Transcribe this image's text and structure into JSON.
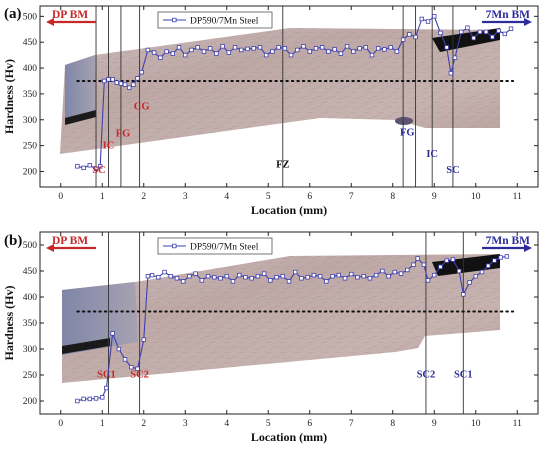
{
  "chart_data": [
    {
      "type": "line",
      "panel_label": "(a)",
      "title": "",
      "xlabel": "Location (mm)",
      "ylabel": "Hardness (Hv)",
      "xlim": [
        -0.5,
        11.5
      ],
      "ylim": [
        170,
        520
      ],
      "x_ticks": [
        "0",
        "1",
        "2",
        "3",
        "4",
        "5",
        "6",
        "7",
        "8",
        "9",
        "10",
        "11"
      ],
      "y_ticks": [
        "200",
        "250",
        "300",
        "350",
        "400",
        "450",
        "500"
      ],
      "grid": false,
      "legend_position": "top-left",
      "legend": [
        "DP590/7Mn Steel"
      ],
      "left_label": "DP BM",
      "right_label": "7Mn BM",
      "reference_line": 375,
      "zone_boundaries": [
        0.85,
        1.15,
        1.45,
        1.9,
        5.35,
        8.25,
        8.55,
        8.95,
        9.45
      ],
      "zone_labels": [
        {
          "text": "SC",
          "x": 0.92,
          "y": 197,
          "color": "#c62828"
        },
        {
          "text": "IC",
          "x": 1.15,
          "y": 244,
          "color": "#c62828"
        },
        {
          "text": "FG",
          "x": 1.5,
          "y": 268,
          "color": "#c62828"
        },
        {
          "text": "CG",
          "x": 1.95,
          "y": 320,
          "color": "#c62828"
        },
        {
          "text": "FZ",
          "x": 5.35,
          "y": 208,
          "color": "#111111"
        },
        {
          "text": "FG",
          "x": 8.35,
          "y": 270,
          "color": "#2c2c9c"
        },
        {
          "text": "IC",
          "x": 8.95,
          "y": 228,
          "color": "#2c2c9c"
        },
        {
          "text": "SC",
          "x": 9.45,
          "y": 197,
          "color": "#2c2c9c"
        }
      ],
      "series": [
        {
          "name": "DP590/7Mn Steel",
          "color": "#4040b0",
          "x": [
            0.4,
            0.55,
            0.7,
            0.85,
            0.95,
            1.05,
            1.15,
            1.25,
            1.35,
            1.45,
            1.55,
            1.65,
            1.75,
            1.85,
            1.95,
            2.1,
            2.25,
            2.4,
            2.55,
            2.7,
            2.85,
            3.0,
            3.15,
            3.3,
            3.45,
            3.6,
            3.75,
            3.9,
            4.05,
            4.2,
            4.35,
            4.5,
            4.65,
            4.8,
            4.95,
            5.1,
            5.25,
            5.4,
            5.55,
            5.7,
            5.85,
            6.0,
            6.15,
            6.3,
            6.45,
            6.6,
            6.75,
            6.9,
            7.05,
            7.2,
            7.35,
            7.5,
            7.65,
            7.8,
            7.95,
            8.1,
            8.25,
            8.4,
            8.55,
            8.7,
            8.85,
            9.0,
            9.15,
            9.3,
            9.4,
            9.5,
            9.65,
            9.8,
            9.95,
            10.1,
            10.25,
            10.4,
            10.55,
            10.7,
            10.85
          ],
          "y": [
            210,
            207,
            212,
            205,
            210,
            375,
            378,
            378,
            372,
            370,
            368,
            362,
            368,
            380,
            392,
            435,
            430,
            420,
            432,
            428,
            440,
            425,
            435,
            440,
            432,
            438,
            428,
            442,
            430,
            440,
            435,
            437,
            438,
            440,
            425,
            432,
            440,
            438,
            425,
            435,
            442,
            432,
            438,
            440,
            432,
            436,
            428,
            442,
            432,
            438,
            440,
            425,
            438,
            436,
            440,
            432,
            455,
            465,
            460,
            495,
            490,
            500,
            468,
            440,
            390,
            420,
            470,
            478,
            458,
            470,
            470,
            460,
            472,
            466,
            476
          ]
        }
      ]
    },
    {
      "type": "line",
      "panel_label": "(b)",
      "title": "",
      "xlabel": "Location (mm)",
      "ylabel": "Hardness (Hv)",
      "xlim": [
        -0.5,
        11.5
      ],
      "ylim": [
        175,
        525
      ],
      "x_ticks": [
        "0",
        "1",
        "2",
        "3",
        "4",
        "5",
        "6",
        "7",
        "8",
        "9",
        "10",
        "11"
      ],
      "y_ticks": [
        "200",
        "250",
        "300",
        "350",
        "400",
        "450",
        "500"
      ],
      "grid": false,
      "legend_position": "top-left",
      "legend": [
        "DP590/7Mn Steel"
      ],
      "left_label": "DP BM",
      "right_label": "7Mn BM",
      "reference_line": 372,
      "zone_boundaries": [
        1.15,
        1.9,
        8.8,
        9.7
      ],
      "zone_labels": [
        {
          "text": "SC1",
          "x": 1.1,
          "y": 245,
          "color": "#c62828"
        },
        {
          "text": "SC2",
          "x": 1.9,
          "y": 245,
          "color": "#c62828"
        },
        {
          "text": "SC2",
          "x": 8.8,
          "y": 245,
          "color": "#2c2c9c"
        },
        {
          "text": "SC1",
          "x": 9.7,
          "y": 245,
          "color": "#2c2c9c"
        }
      ],
      "series": [
        {
          "name": "DP590/7Mn Steel",
          "color": "#4040b0",
          "x": [
            0.4,
            0.55,
            0.7,
            0.85,
            1.0,
            1.1,
            1.25,
            1.4,
            1.55,
            1.7,
            1.85,
            2.0,
            2.1,
            2.2,
            2.35,
            2.5,
            2.65,
            2.8,
            2.95,
            3.1,
            3.25,
            3.4,
            3.55,
            3.7,
            3.85,
            4.0,
            4.15,
            4.3,
            4.45,
            4.6,
            4.75,
            4.9,
            5.05,
            5.2,
            5.35,
            5.5,
            5.65,
            5.8,
            5.95,
            6.1,
            6.25,
            6.4,
            6.55,
            6.7,
            6.85,
            7.0,
            7.15,
            7.3,
            7.45,
            7.6,
            7.75,
            7.9,
            8.05,
            8.2,
            8.35,
            8.5,
            8.6,
            8.75,
            8.85,
            9.0,
            9.15,
            9.3,
            9.45,
            9.6,
            9.7,
            9.85,
            10.0,
            10.15,
            10.3,
            10.45,
            10.6,
            10.75
          ],
          "y": [
            200,
            204,
            204,
            205,
            207,
            225,
            330,
            300,
            280,
            265,
            262,
            318,
            440,
            442,
            438,
            448,
            440,
            436,
            430,
            440,
            445,
            432,
            440,
            438,
            436,
            440,
            430,
            442,
            438,
            436,
            440,
            445,
            432,
            438,
            440,
            430,
            448,
            436,
            438,
            442,
            440,
            430,
            440,
            442,
            436,
            444,
            438,
            440,
            436,
            442,
            450,
            440,
            448,
            445,
            452,
            462,
            474,
            462,
            432,
            442,
            458,
            470,
            472,
            450,
            405,
            428,
            440,
            448,
            460,
            470,
            476,
            478
          ]
        }
      ]
    }
  ]
}
